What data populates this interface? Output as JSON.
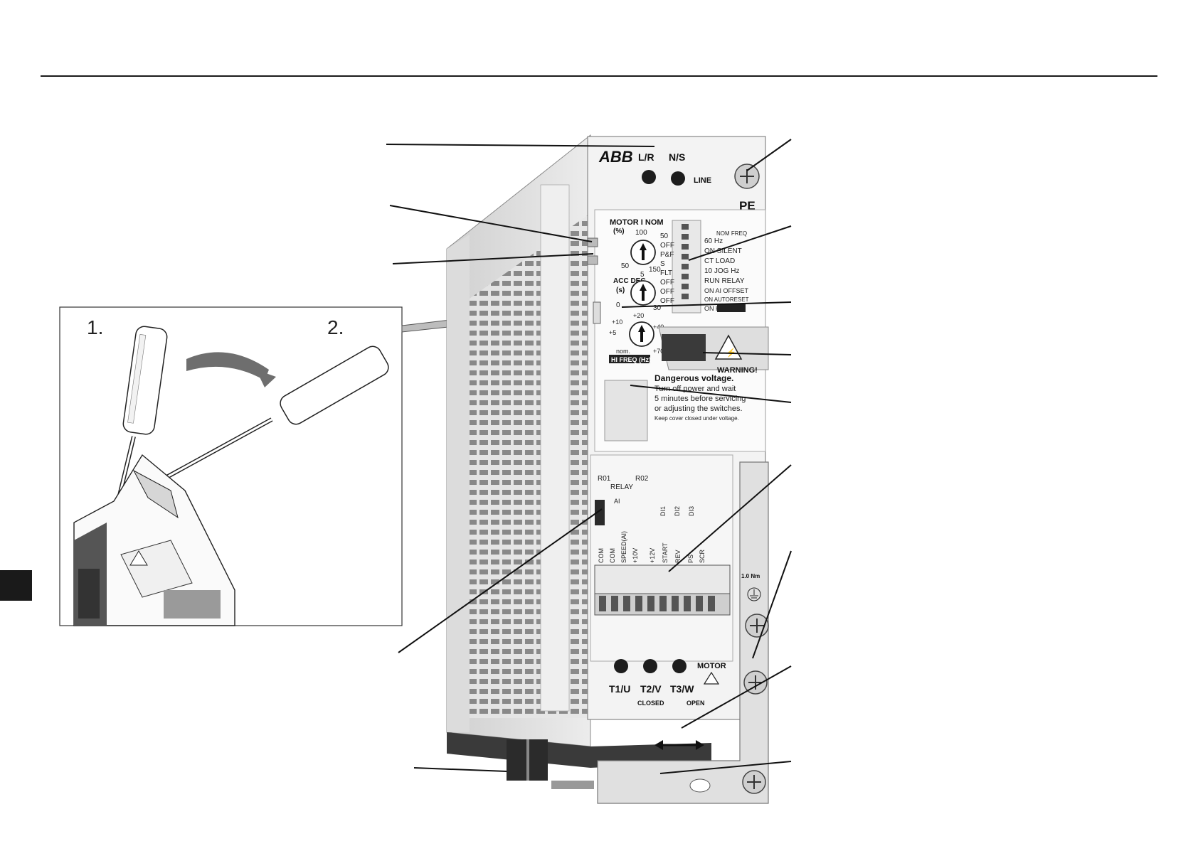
{
  "inset": {
    "step1": "1.",
    "step2": "2."
  },
  "device": {
    "brand": "ABB",
    "lr_label": "L/R",
    "ns_label": "N/S",
    "line_label": "LINE",
    "pe_label": "PE",
    "motor_inom_label": "MOTOR I NOM",
    "motor_inom_unit": "(%)",
    "dial1_ticks": [
      "100",
      "50",
      "150"
    ],
    "accdec_label": "ACC DEC",
    "accdec_unit": "(s)",
    "dial2_ticks": [
      "5",
      "0",
      "30"
    ],
    "dial3_ticks": [
      "+20",
      "+10",
      "+5",
      "+40",
      "nom.",
      "+70"
    ],
    "hifreq_dial_label": "HI FREQ (Hz)",
    "switch_left": [
      "50",
      "OFF",
      "P&F",
      "S",
      "FLT",
      "OFF",
      "OFF",
      "OFF"
    ],
    "switch_right": [
      "NOM FREQ",
      "60 Hz",
      "ON SILENT",
      "CT LOAD",
      "10 JOG Hz",
      "RUN RELAY",
      "ON AI OFFSET",
      "ON AUTORESET",
      "ON HI FREQ"
    ],
    "warning_title": "WARNING!",
    "warning_text": [
      "Dangerous voltage.",
      "Turn off power and wait",
      "5 minutes before servicing",
      "or adjusting the switches.",
      "Keep cover closed under voltage."
    ],
    "relay_labels": [
      "R01",
      "R02",
      "RELAY"
    ],
    "ai_label": "AI",
    "di_labels": [
      "DI1",
      "DI2",
      "DI3"
    ],
    "io_labels": [
      "COM",
      "COM",
      "SPEED(AI)",
      "+10V",
      "+12V",
      "START",
      "REV",
      "PS",
      "SCR"
    ],
    "torque_label": "1.0 Nm",
    "motor_terminals": [
      "T1/U",
      "T2/V",
      "T3/W"
    ],
    "motor_label": "MOTOR",
    "clamp_labels": [
      "CLOSED",
      "OPEN"
    ]
  }
}
